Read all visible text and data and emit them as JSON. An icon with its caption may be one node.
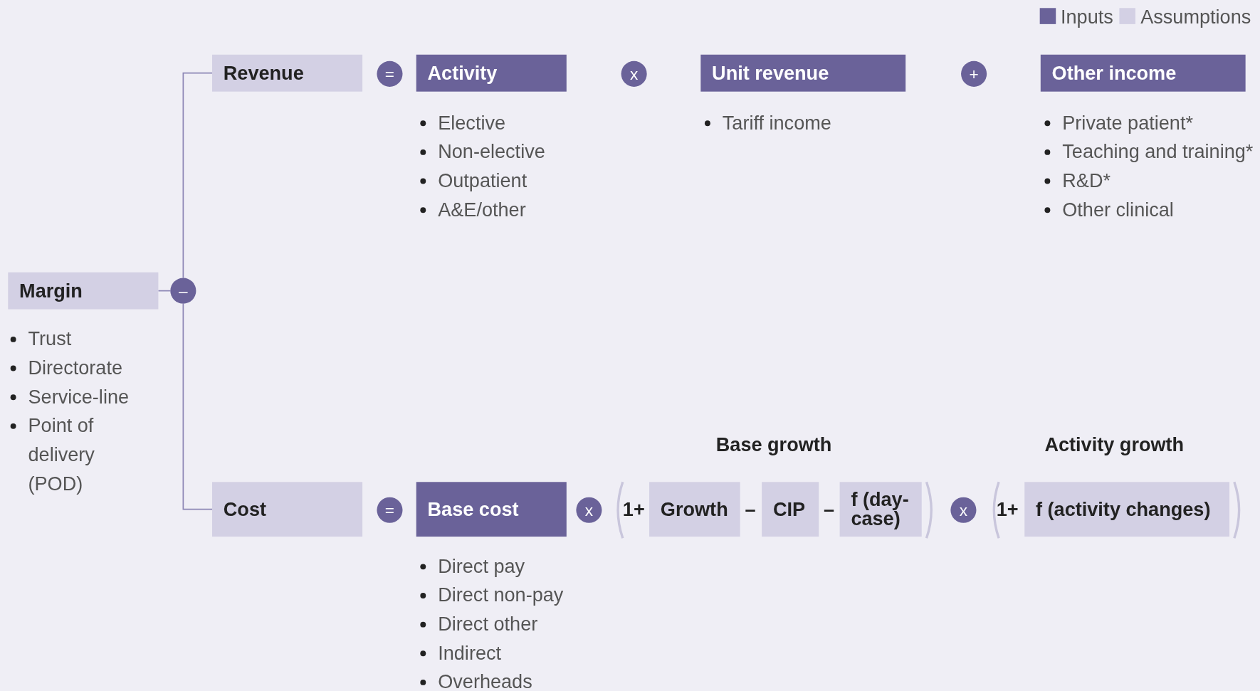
{
  "diagram": {
    "nodes": [
      {
        "text": [
          "Margin"
        ],
        "beside": [
          "Trust",
          "Directorate",
          "Service-line",
          "Point of delivery (POD)"
        ]
      },
      {
        "text": [
          "–"
        ]
      },
      {
        "text": [
          "Revenue"
        ]
      },
      {
        "text": [
          "="
        ]
      },
      {
        "text": [
          "Activity"
        ],
        "beside": [
          "Elective",
          "Non-elective",
          "Outpatient",
          "A&E/other"
        ]
      },
      {
        "text": [
          "x"
        ]
      },
      {
        "text": [
          "Unit revenue"
        ],
        "beside": [
          "Tariff income"
        ]
      },
      {
        "text": [
          "+"
        ]
      },
      {
        "text": [
          "Other income"
        ],
        "beside": [
          "Private patient*",
          "Teaching and training*",
          "R&D*",
          "Other clinical"
        ]
      },
      {
        "text": [
          "Cost"
        ]
      },
      {
        "text": [
          "="
        ]
      },
      {
        "text": [
          "Base cost"
        ],
        "beside": [
          "Direct pay",
          "Direct non-pay",
          "Direct other",
          "Indirect",
          "Overheads"
        ]
      },
      {
        "text": [
          "x"
        ]
      },
      {
        "text": [
          "Growth"
        ]
      },
      {
        "text": [
          "CIP"
        ]
      },
      {
        "text": [
          "f (day-case)"
        ]
      },
      {
        "text": [
          "x"
        ]
      },
      {
        "text": [
          "f (activity changes)"
        ]
      }
    ],
    "edges": [
      {
        "from": 0,
        "to": 1,
        "arrow": "none"
      },
      {
        "from": 1,
        "to": 2,
        "arrow": "none"
      },
      {
        "from": 1,
        "to": 9,
        "arrow": "none"
      }
    ],
    "labels": [
      "Base growth",
      "Activity growth",
      "1+",
      "–",
      "–",
      "1+"
    ],
    "legend": [
      {
        "text": "Inputs",
        "color": "#6a6299"
      },
      {
        "text": "Assumptions",
        "color": "#d3d0e4"
      }
    ]
  }
}
